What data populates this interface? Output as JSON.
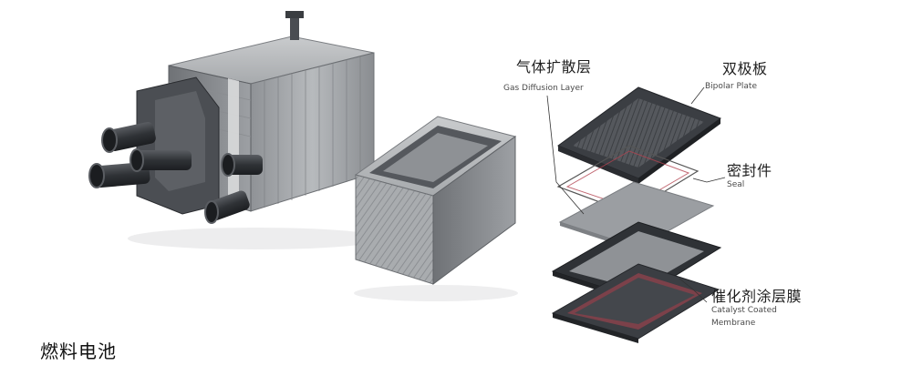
{
  "caption": "燃料电池",
  "labels": {
    "gdl_zh": "气体扩散层",
    "gdl_en": "Gas Diffusion Layer",
    "bipolar_zh": "双极板",
    "bipolar_en": "Bipolar Plate",
    "seal_zh": "密封件",
    "seal_en": "Seal",
    "ccm_zh": "催化剂涂层膜",
    "ccm_en_line1": "Catalyst Coated",
    "ccm_en_line2": "Membrane"
  },
  "colors": {
    "metal": "#9fa2a6",
    "dark": "#3b3e43",
    "accent_red": "#b34450"
  }
}
